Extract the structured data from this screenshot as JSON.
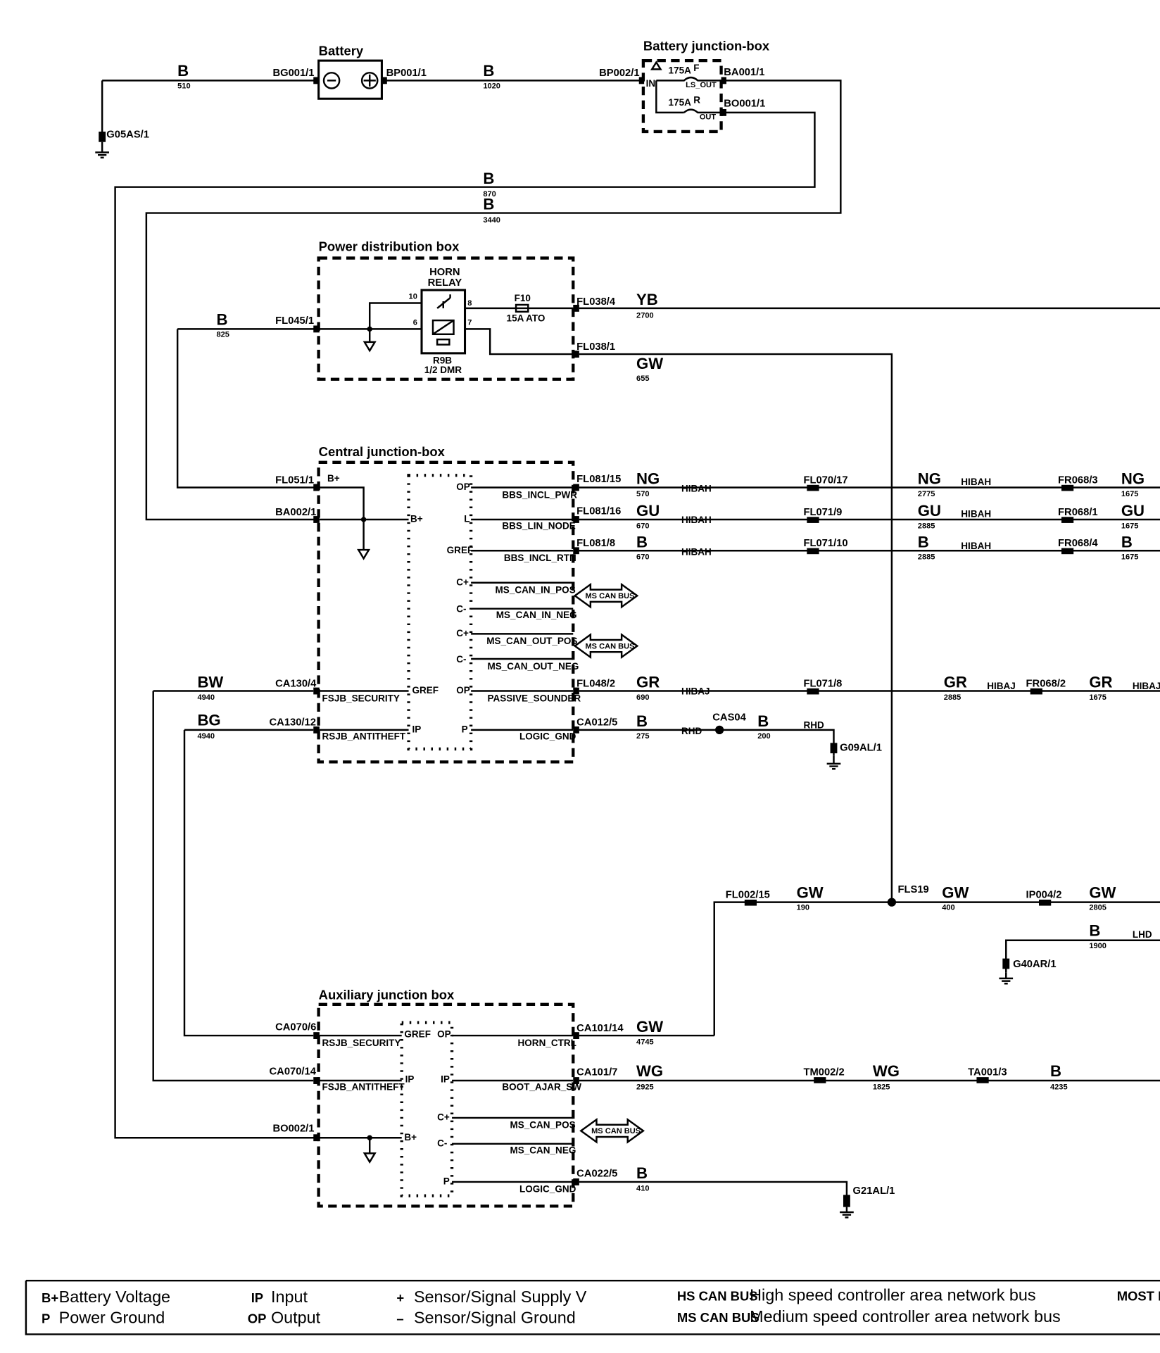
{
  "boxes": {
    "battery": "Battery",
    "battery_jb": "Battery junction-box",
    "pdb": "Power distribution box",
    "cjb": "Central junction-box",
    "ajb": "Auxiliary junction box"
  },
  "connectors": {
    "bg001": "BG001/1",
    "bp001": "BP001/1",
    "bp002": "BP002/1",
    "ba001": "BA001/1",
    "bo001": "BO001/1",
    "g05as": "G05AS/1",
    "fl045": "FL045/1",
    "fl038_4": "FL038/4",
    "fl038_1": "FL038/1",
    "fl051": "FL051/1",
    "ba002": "BA002/1",
    "fl081_15": "FL081/15",
    "fl081_16": "FL081/16",
    "fl081_8": "FL081/8",
    "fl070_17": "FL070/17",
    "fl071_9": "FL071/9",
    "fl071_10": "FL071/10",
    "fr068_3": "FR068/3",
    "fr068_1": "FR068/1",
    "fr068_4": "FR068/4",
    "ca130_4": "CA130/4",
    "ca130_12": "CA130/12",
    "fl048_2": "FL048/2",
    "fl071_8": "FL071/8",
    "fr068_2": "FR068/2",
    "ca012_5": "CA012/5",
    "cas04": "CAS04",
    "g09al": "G09AL/1",
    "fl002_15": "FL002/15",
    "fls19": "FLS19",
    "ip004_2": "IP004/2",
    "g40ar": "G40AR/1",
    "ca070_6": "CA070/6",
    "ca070_14": "CA070/14",
    "bo002": "BO002/1",
    "ca101_14": "CA101/14",
    "ca101_7": "CA101/7",
    "tm002_2": "TM002/2",
    "ta001_3": "TA001/3",
    "ca022_5": "CA022/5",
    "g21al": "G21AL/1"
  },
  "wires": {
    "b": "B",
    "yb": "YB",
    "gw": "GW",
    "ng": "NG",
    "gu": "GU",
    "bw": "BW",
    "bg": "BG",
    "gr": "GR",
    "wg": "WG",
    "n510": "510",
    "n1020": "1020",
    "n870": "870",
    "n3440": "3440",
    "n825": "825",
    "n2700": "2700",
    "n655": "655",
    "n570": "570",
    "n2775": "2775",
    "n1675": "1675",
    "n670": "670",
    "n2885": "2885",
    "n4940": "4940",
    "n690": "690",
    "n275": "275",
    "n200": "200",
    "n190": "190",
    "n400": "400",
    "n2805": "2805",
    "n1900": "1900",
    "n4745": "4745",
    "n2925": "2925",
    "n1825": "1825",
    "n4235": "4235",
    "n410": "410"
  },
  "harness": {
    "hibah": "HIBAH",
    "hibaj": "HIBAJ",
    "rhd": "RHD",
    "lhd": "LHD"
  },
  "fuses": {
    "f_rating": "175A",
    "f_letter": "F",
    "r_letter": "R",
    "ls_out": "LS_OUT",
    "out": "OUT",
    "in": "IN",
    "f10": "F10",
    "f10_rating": "15A ATO"
  },
  "relay": {
    "name_line1": "HORN",
    "name_line2": "RELAY",
    "ref": "R9B",
    "type": "1/2 DMR",
    "pin10": "10",
    "pin6": "6",
    "pin8": "8",
    "pin7": "7"
  },
  "pins": {
    "b_plus": "B+",
    "op": "OP",
    "l": "L",
    "gref": "GREF",
    "c_plus": "C+",
    "c_minus": "C-",
    "ip": "IP",
    "p": "P"
  },
  "signals": {
    "bbs_incl_pwr": "BBS_INCL_PWR",
    "bbs_lin_node": "BBS_LIN_NODE",
    "bbs_incl_rtn": "BBS_INCL_RTN",
    "ms_can_in_pos": "MS_CAN_IN_POS",
    "ms_can_in_neg": "MS_CAN_IN_NEG",
    "ms_can_out_pos": "MS_CAN_OUT_POS",
    "ms_can_out_neg": "MS_CAN_OUT_NEG",
    "passive_sounder": "PASSIVE_SOUNDER",
    "logic_gnd": "LOGIC_GND",
    "fsjb_security": "FSJB_SECURITY",
    "rsjb_antitheft": "RSJB_ANTITHEFT",
    "rsjb_security": "RSJB_SECURITY",
    "fsjb_antitheft": "FSJB_ANTITHEFT",
    "horn_ctrl": "HORN_CTRL",
    "boot_ajar_sw": "BOOT_AJAR_SW",
    "ms_can_pos": "MS_CAN_POS",
    "ms_can_neg": "MS_CAN_NEG",
    "ms_can_bus": "MS CAN BUS"
  },
  "legend": {
    "b_plus_key": "B+",
    "b_plus": "Battery Voltage",
    "p_key": "P",
    "p": "Power Ground",
    "ip_key": "IP",
    "ip": "Input",
    "op_key": "OP",
    "op": "Output",
    "plus_key": "+",
    "plus": "Sensor/Signal Supply V",
    "minus_key": "–",
    "minus": "Sensor/Signal Ground",
    "hs_key": "HS CAN BUS",
    "hs": "High speed controller area network bus",
    "ms_key": "MS CAN BUS",
    "ms": "Medium speed controller area network bus",
    "most_key": "MOST BU"
  }
}
